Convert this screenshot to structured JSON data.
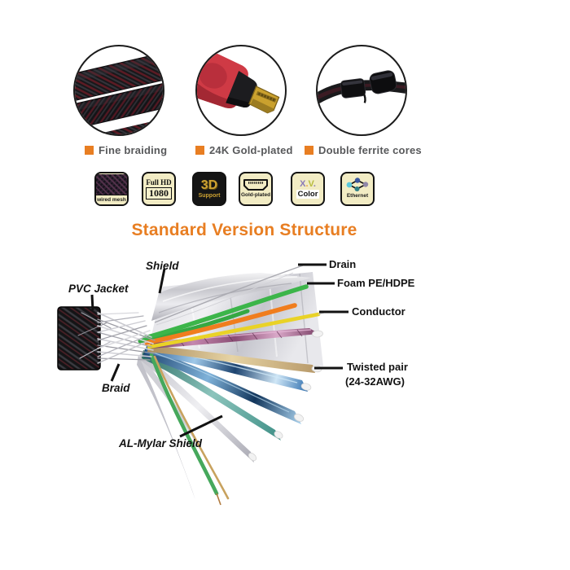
{
  "features": [
    {
      "label": "Fine braiding"
    },
    {
      "label": "24K Gold-plated"
    },
    {
      "label": "Double ferrite cores"
    }
  ],
  "badges": {
    "wired_mesh": {
      "label": "wired mesh"
    },
    "full_hd": {
      "line1": "Full HD",
      "line2": "1080"
    },
    "support_3d": {
      "line1": "3D",
      "line2": "Support"
    },
    "gold_plated": {
      "label": "Gold-plated"
    },
    "xv_color": {
      "x": "X",
      "dot1": ".",
      "v": "V",
      "dot2": ".",
      "word": "Color"
    },
    "ethernet": {
      "label": "Ethernet"
    }
  },
  "section_title": "Standard Version Structure",
  "diagram": {
    "labels": {
      "shield": "Shield",
      "pvc_jacket": "PVC Jacket",
      "braid": "Braid",
      "al_mylar": "AL-Mylar Shield",
      "drain": "Drain",
      "foam": "Foam PE/HDPE",
      "conductor": "Conductor",
      "twisted_pair": "Twisted pair",
      "awg": "(24-32AWG)"
    }
  },
  "colors": {
    "accent_orange": "#e87e22",
    "badge_bg": "#f2ecc4",
    "gold": "#cda232",
    "wire_green": "#3cb54a",
    "wire_orange": "#f07d1e",
    "wire_yellow": "#e9d227",
    "foil_purple": "#9a5583",
    "foil_blue": "#2f6fae",
    "foil_teal": "#45968b",
    "foil_tan": "#bd9f6f",
    "label_text": "#121212",
    "feature_text": "#58595b"
  }
}
